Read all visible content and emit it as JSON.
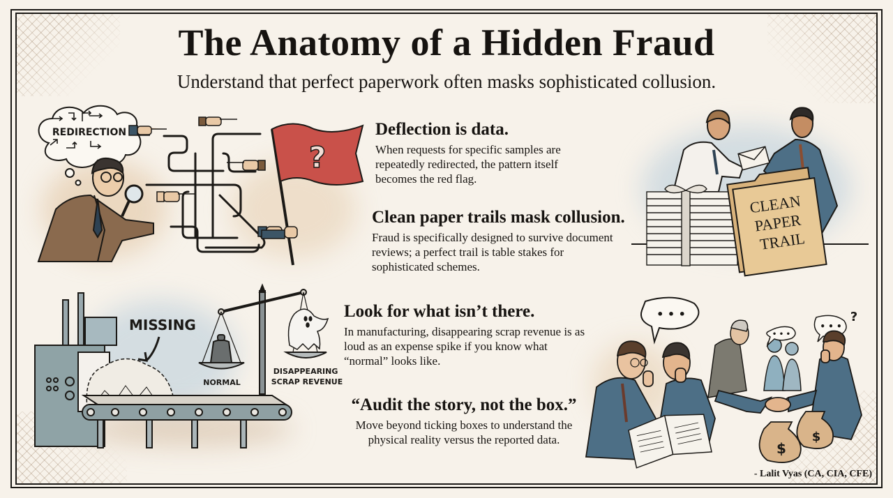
{
  "header": {
    "title": "The Anatomy of a Hidden Fraud",
    "subtitle": "Understand that perfect paperwork often masks sophisticated collusion."
  },
  "sections": [
    {
      "heading": "Deflection is data.",
      "body": "When requests for specific samples are repeatedly redirected, the pattern itself becomes the red flag."
    },
    {
      "heading": "Clean paper trails mask collusion.",
      "body": "Fraud is specifically designed to survive document reviews; a perfect trail is table stakes for sophisticated schemes."
    },
    {
      "heading": "Look for what isn’t there.",
      "body": "In manufacturing, disappearing scrap revenue is as loud as an expense spike if you know what “normal” looks like."
    },
    {
      "heading": "“Audit the story, not the box.”",
      "body": "Move beyond ticking boxes to understand the physical reality versus the reported data."
    }
  ],
  "illustrations": {
    "redirection": {
      "thought_bubble_label": "REDIRECTION",
      "flag_symbol": "?"
    },
    "paper_trail": {
      "folder_label_lines": [
        "CLEAN",
        "PAPER",
        "TRAIL"
      ]
    },
    "scrap": {
      "missing_label": "MISSING",
      "scale_left_label": "NORMAL",
      "scale_right_label_lines": [
        "DISAPPEARING",
        "SCRAP REVENUE"
      ]
    },
    "collusion": {
      "speech_bubble": "• • •",
      "small_bubble": "• • •",
      "question_mark": "?",
      "money_symbol": "$"
    }
  },
  "footer": {
    "credit": "- Lalit Vyas (CA, CIA, CFE)"
  },
  "colors": {
    "background": "#f7f2ea",
    "ink": "#1b1916",
    "flag_red": "#c9514a",
    "suit_blue": "#4d6f86",
    "folder_tan": "#e2c08e",
    "wash_tan": "#dcb98f",
    "wash_blue": "#a9c3d6"
  }
}
